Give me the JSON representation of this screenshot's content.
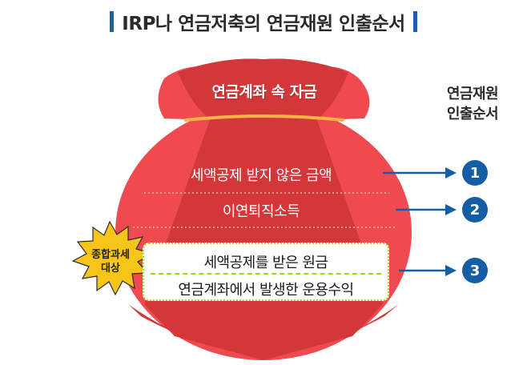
{
  "title": "IRP나 연금저축의 연금재원 인출순서",
  "bag": {
    "top_label": "연금계좌 속 자금",
    "rows": [
      "세액공제 받지 않은 금액",
      "이연퇴직소득"
    ],
    "box_rows": [
      "세액공제를 받은 원금",
      "연금계좌에서 발생한 운용수익"
    ]
  },
  "badge": {
    "line1": "종합과세",
    "line2": "대상"
  },
  "side_header": {
    "line1": "연금재원",
    "line2": "인출순서"
  },
  "order_numbers": [
    "1",
    "2",
    "3"
  ],
  "colors": {
    "bag_red_light": "#ef4a4f",
    "bag_red_dark": "#d4373a",
    "rope": "#f7b246",
    "accent_blue": "#135ea4",
    "badge_yellow": "#f7c51a",
    "box_border": "#9bd62a"
  }
}
